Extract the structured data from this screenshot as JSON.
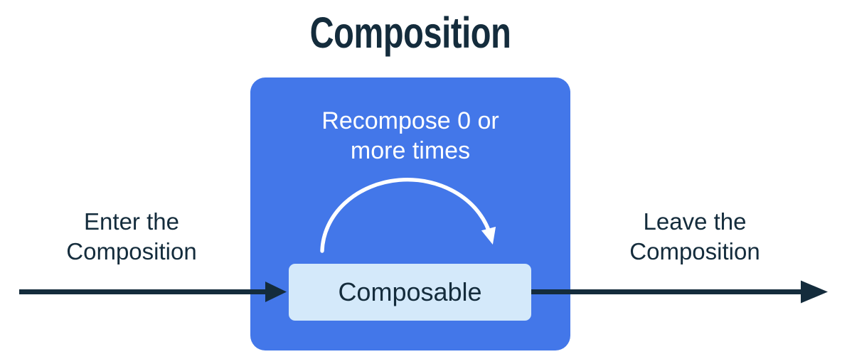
{
  "title": "Composition",
  "composition_box": {
    "recompose_label": "Recompose 0 or\nmore times",
    "composable_label": "Composable"
  },
  "flow_labels": {
    "enter": "Enter the\nComposition",
    "leave": "Leave the\nComposition"
  },
  "arrows": {
    "enter": "right-arrow",
    "leave": "right-arrow",
    "recompose": "clockwise-arc-arrow"
  },
  "colors": {
    "box-blue": "#4377E9",
    "node-light-blue": "#D4E9FA",
    "ink": "#142C3C",
    "background": "#FFFFFF",
    "arc-white": "#FFFFFF"
  }
}
